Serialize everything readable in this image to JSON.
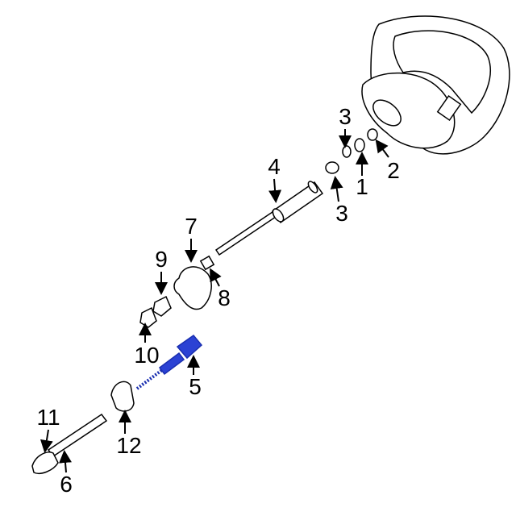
{
  "title": "Steering column parts diagram",
  "highlight_color": "#1a2fb0",
  "callouts": [
    {
      "id": "3a",
      "text": "3"
    },
    {
      "id": "2",
      "text": "2"
    },
    {
      "id": "1",
      "text": "1"
    },
    {
      "id": "3b",
      "text": "3"
    },
    {
      "id": "4",
      "text": "4"
    },
    {
      "id": "7",
      "text": "7"
    },
    {
      "id": "8",
      "text": "8"
    },
    {
      "id": "9",
      "text": "9"
    },
    {
      "id": "10",
      "text": "10"
    },
    {
      "id": "5",
      "text": "5"
    },
    {
      "id": "11",
      "text": "11"
    },
    {
      "id": "12",
      "text": "12"
    },
    {
      "id": "6",
      "text": "6"
    }
  ]
}
